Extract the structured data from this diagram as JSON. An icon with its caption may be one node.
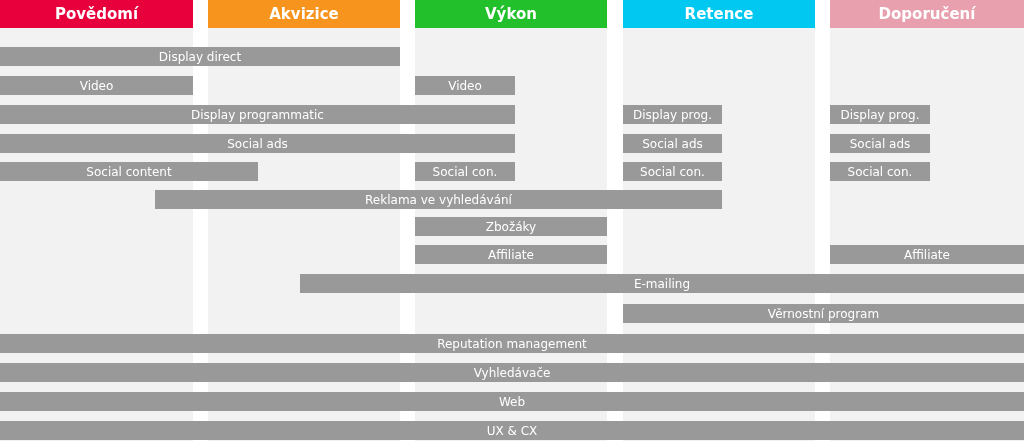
{
  "diagram": {
    "nodes": [
      {
        "text": [
          "Povědomí"
        ]
      },
      {
        "text": [
          "Akvizice"
        ]
      },
      {
        "text": [
          "Výkon"
        ]
      },
      {
        "text": [
          "Retence"
        ]
      },
      {
        "text": [
          "Doporučení"
        ]
      },
      {
        "text": [
          "Display direct"
        ]
      },
      {
        "text": [
          "Video"
        ]
      },
      {
        "text": [
          "Video"
        ]
      },
      {
        "text": [
          "Display programmatic"
        ]
      },
      {
        "text": [
          "Display prog."
        ]
      },
      {
        "text": [
          "Display prog."
        ]
      },
      {
        "text": [
          "Social ads"
        ]
      },
      {
        "text": [
          "Social ads"
        ]
      },
      {
        "text": [
          "Social ads"
        ]
      },
      {
        "text": [
          "Social content"
        ]
      },
      {
        "text": [
          "Social con."
        ]
      },
      {
        "text": [
          "Social con."
        ]
      },
      {
        "text": [
          "Social con."
        ]
      },
      {
        "text": [
          "Reklama ve vyhledávání"
        ]
      },
      {
        "text": [
          "Zbožáky"
        ]
      },
      {
        "text": [
          "Affiliate"
        ]
      },
      {
        "text": [
          "Affiliate"
        ]
      },
      {
        "text": [
          "E-mailing"
        ]
      },
      {
        "text": [
          "Věrnostní program"
        ]
      },
      {
        "text": [
          "Reputation management"
        ]
      },
      {
        "text": [
          "Vyhledávače"
        ]
      },
      {
        "text": [
          "Web"
        ]
      },
      {
        "text": [
          "UX & CX"
        ]
      }
    ]
  }
}
